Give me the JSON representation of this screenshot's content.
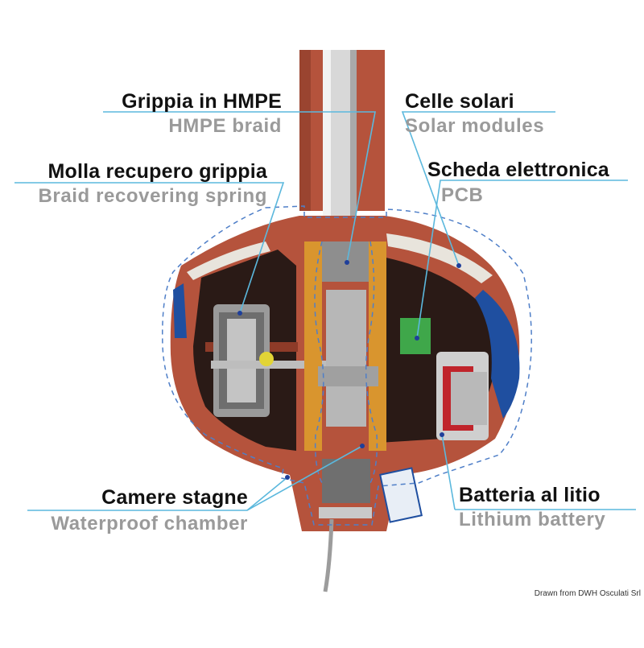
{
  "labels": {
    "braid": {
      "it": "Grippia in HMPE",
      "en": "HMPE braid"
    },
    "solar": {
      "it": "Celle solari",
      "en": "Solar modules"
    },
    "spring": {
      "it": "Molla recupero grippia",
      "en": "Braid recovering spring"
    },
    "pcb": {
      "it": "Scheda elettronica",
      "en": "PCB"
    },
    "chamber": {
      "it": "Camere stagne",
      "en": "Waterproof chamber"
    },
    "battery": {
      "it": "Batteria al litio",
      "en": "Lithium battery"
    }
  },
  "credit": "Drawn from DWH Osculati Srl",
  "colors": {
    "body": "#b5533c",
    "body_dark": "#8e3b28",
    "orange": "#d9952e",
    "leader": "#5bb8dd",
    "grey": "#9a9a9a",
    "stripe": "#1f4fa0"
  }
}
